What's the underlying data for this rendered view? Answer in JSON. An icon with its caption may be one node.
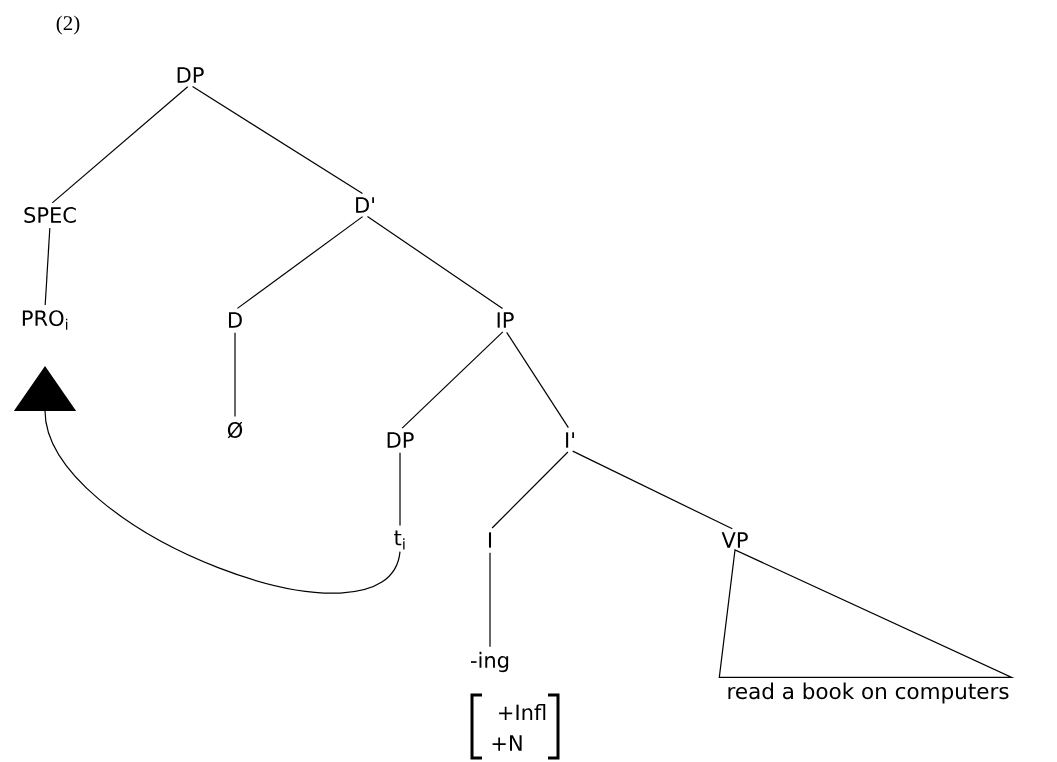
{
  "diagram": {
    "nodes": [
      {
        "text": [
          "DP"
        ]
      },
      {
        "text": [
          "SPEC"
        ]
      },
      {
        "text": [
          "D'"
        ]
      },
      {
        "text": [
          "PRO$_{i}$"
        ]
      },
      {
        "text": [
          "D"
        ]
      },
      {
        "text": [
          "IP"
        ]
      },
      {
        "text": [
          "Ø"
        ]
      },
      {
        "text": [
          "DP"
        ]
      },
      {
        "text": [
          "I'"
        ]
      },
      {
        "text": [
          "t$_{i}$"
        ]
      },
      {
        "text": [
          "I"
        ]
      },
      {
        "text": [
          "VP"
        ]
      },
      {
        "text": [
          "-ing"
        ]
      },
      {
        "text": [
          "read a book on computers"
        ]
      }
    ],
    "edges": [
      {
        "from": 0,
        "to": 1,
        "arrow": "none"
      },
      {
        "from": 0,
        "to": 2,
        "arrow": "none"
      },
      {
        "from": 1,
        "to": 3,
        "arrow": "none"
      },
      {
        "from": 2,
        "to": 4,
        "arrow": "none"
      },
      {
        "from": 2,
        "to": 5,
        "arrow": "none"
      },
      {
        "from": 4,
        "to": 6,
        "arrow": "none"
      },
      {
        "from": 5,
        "to": 7,
        "arrow": "none"
      },
      {
        "from": 5,
        "to": 8,
        "arrow": "none"
      },
      {
        "from": 7,
        "to": 9,
        "arrow": "none"
      },
      {
        "from": 8,
        "to": 10,
        "arrow": "none"
      },
      {
        "from": 8,
        "to": 11,
        "arrow": "none"
      },
      {
        "from": 10,
        "to": 12,
        "arrow": "none"
      },
      {
        "from": 11,
        "to": 13,
        "arrow": "none"
      },
      {
        "from": 9,
        "to": 3,
        "arrow": "to"
      }
    ],
    "labels": [
      "(2)",
      "+Infl",
      "+N"
    ]
  }
}
